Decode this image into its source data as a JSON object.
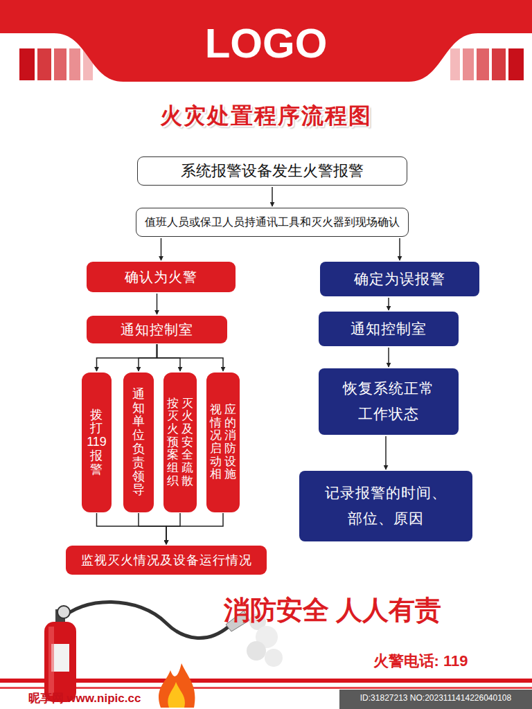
{
  "diagram": {
    "title": "火灾处置程序流程图",
    "nodes": [
      {
        "text": [
          "LOGO"
        ]
      },
      {
        "text": [
          "系统报警设备发生火警报警"
        ]
      },
      {
        "text": [
          "值班人员或保卫人员持通讯工具和灭火器到现场确认"
        ]
      },
      {
        "text": [
          "确认为火警"
        ]
      },
      {
        "text": [
          "通知控制室"
        ]
      },
      {
        "text": [
          "拨打119报警"
        ]
      },
      {
        "text": [
          "通知单位负责领导"
        ]
      },
      {
        "text": [
          "按灭火预案组织灭火及安全疏散"
        ]
      },
      {
        "text": [
          "视情况启动相应的消防设施"
        ]
      },
      {
        "text": [
          "监视灭火情况及设备运行情况"
        ]
      },
      {
        "text": [
          "确定为误报警"
        ]
      },
      {
        "text": [
          "通知控制室"
        ]
      },
      {
        "text": [
          "恢复系统正常工作状态"
        ]
      },
      {
        "text": [
          "记录报警的时间、部位、原因"
        ]
      }
    ],
    "edges": [
      {
        "from": 1,
        "to": 2,
        "arrow": "to"
      },
      {
        "from": 2,
        "to": 3,
        "arrow": "to"
      },
      {
        "from": 2,
        "to": 10,
        "arrow": "to"
      },
      {
        "from": 3,
        "to": 4,
        "arrow": "to"
      },
      {
        "from": 4,
        "to": 5,
        "arrow": "to"
      },
      {
        "from": 4,
        "to": 6,
        "arrow": "to"
      },
      {
        "from": 4,
        "to": 7,
        "arrow": "to"
      },
      {
        "from": 4,
        "to": 8,
        "arrow": "to"
      },
      {
        "from": 5,
        "to": 9,
        "arrow": "to"
      },
      {
        "from": 6,
        "to": 9,
        "arrow": "to"
      },
      {
        "from": 7,
        "to": 9,
        "arrow": "to"
      },
      {
        "from": 8,
        "to": 9,
        "arrow": "to"
      },
      {
        "from": 10,
        "to": 11,
        "arrow": "to"
      },
      {
        "from": 11,
        "to": 12,
        "arrow": "to"
      },
      {
        "from": 12,
        "to": 13,
        "arrow": "to"
      }
    ],
    "labels": [
      "消防安全 人人有责",
      "火警电话: 119",
      "昵享网 www.nipic.cc",
      "ID:31827213 NO:2023111414226040108"
    ]
  }
}
